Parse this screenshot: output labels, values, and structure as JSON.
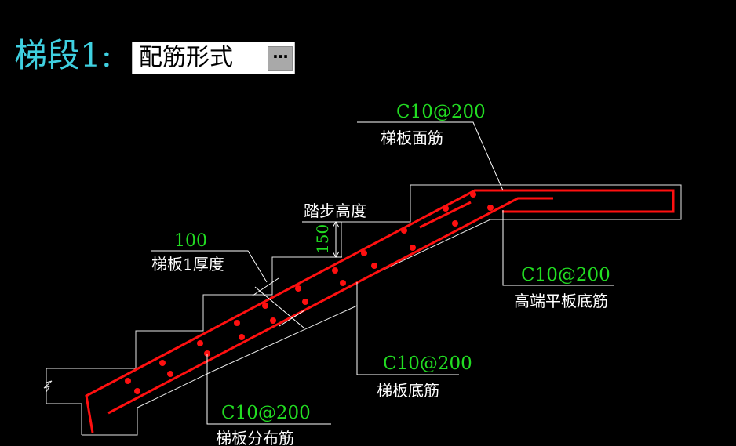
{
  "header": {
    "segment_label": "梯段1:",
    "config_field_value": "配筋形式",
    "browse_button_label": "···"
  },
  "annotations": {
    "top_rebar_spec": "C10@200",
    "top_rebar_label": "梯板面筋",
    "step_height_label": "踏步高度",
    "step_height_value": "150",
    "thickness_value": "100",
    "thickness_label": "梯板1厚度",
    "high_landing_bottom_spec": "C10@200",
    "high_landing_bottom_label": "高端平板底筋",
    "bottom_rebar_spec": "C10@200",
    "bottom_rebar_label": "梯板底筋",
    "distribution_rebar_spec": "C10@200",
    "distribution_rebar_label": "梯板分布筋"
  },
  "colors": {
    "background": "#000000",
    "segment_label": "#3fd0e0",
    "rebar": "#ff0000",
    "spec_text": "#22dd22",
    "label_text": "#ffffff",
    "outline": "#ffffff",
    "field_background": "#ffffff",
    "button_background": "#a9a9a9"
  }
}
